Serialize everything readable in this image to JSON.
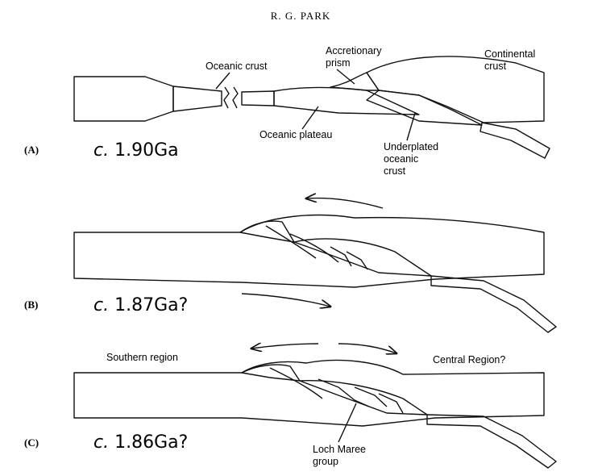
{
  "header": {
    "author": "R. G. PARK"
  },
  "panels": [
    {
      "id": "A",
      "label": "(A)",
      "age_prefix": "c.",
      "age_value": " 1.90Ga",
      "labels": {
        "oceanic_crust": "Oceanic crust",
        "accretionary_prism_1": "Accretionary",
        "accretionary_prism_2": "prism",
        "continental_crust_1": "Continental",
        "continental_crust_2": "crust",
        "oceanic_plateau": "Oceanic plateau",
        "underplated_1": "Underplated",
        "underplated_2": "oceanic",
        "underplated_3": "crust"
      }
    },
    {
      "id": "B",
      "label": "(B)",
      "age_prefix": "c.",
      "age_value": " 1.87Ga?"
    },
    {
      "id": "C",
      "label": "(C)",
      "age_prefix": "c.",
      "age_value": " 1.86Ga?",
      "labels": {
        "southern_region": "Southern region",
        "central_region": "Central Region?",
        "loch_maree_1": "Loch Maree",
        "loch_maree_2": "group"
      }
    }
  ]
}
